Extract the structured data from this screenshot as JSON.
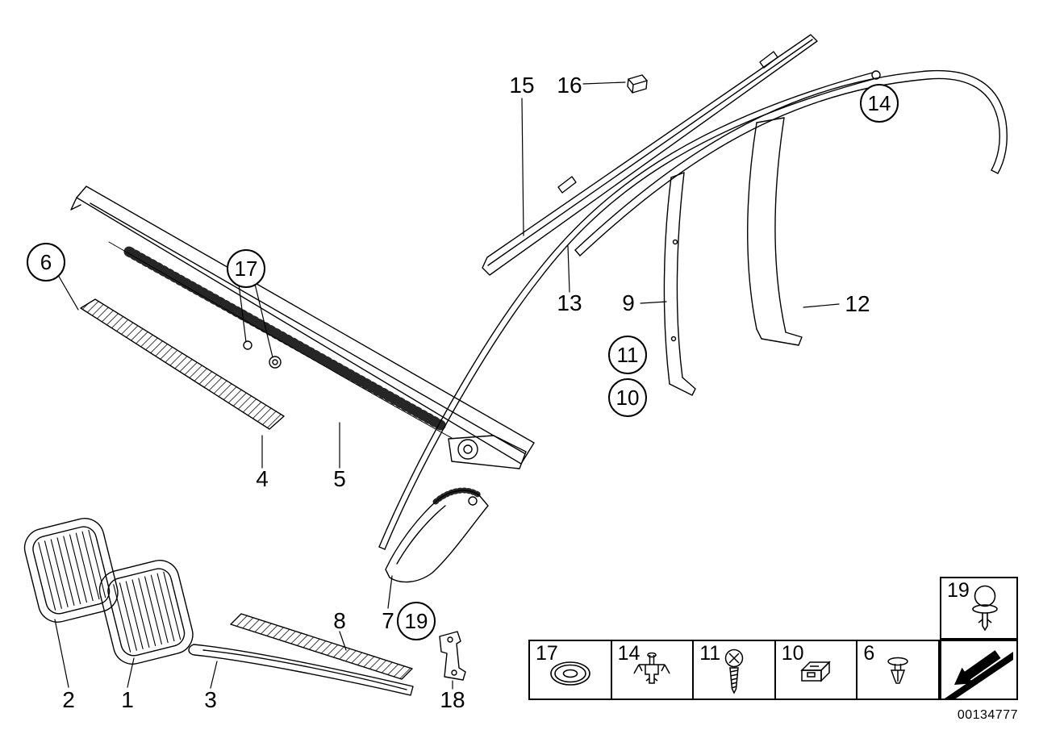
{
  "callouts": [
    {
      "label": "15",
      "circled": false
    },
    {
      "label": "16",
      "circled": false
    },
    {
      "label": "14",
      "circled": true
    },
    {
      "label": "6",
      "circled": true
    },
    {
      "label": "17",
      "circled": true
    },
    {
      "label": "13",
      "circled": false
    },
    {
      "label": "9",
      "circled": false
    },
    {
      "label": "12",
      "circled": false
    },
    {
      "label": "11",
      "circled": true
    },
    {
      "label": "10",
      "circled": true
    },
    {
      "label": "4",
      "circled": false
    },
    {
      "label": "5",
      "circled": false
    },
    {
      "label": "8",
      "circled": false
    },
    {
      "label": "7",
      "circled": false
    },
    {
      "label": "19",
      "circled": true
    },
    {
      "label": "2",
      "circled": false
    },
    {
      "label": "1",
      "circled": false
    },
    {
      "label": "3",
      "circled": false
    },
    {
      "label": "18",
      "circled": false
    }
  ],
  "legend": {
    "cells": [
      {
        "number": "17",
        "icon": "grommet-washer-icon"
      },
      {
        "number": "14",
        "icon": "expansion-clip-icon"
      },
      {
        "number": "11",
        "icon": "screw-icon"
      },
      {
        "number": "10",
        "icon": "sheet-metal-clip-icon"
      },
      {
        "number": "6",
        "icon": "expansion-rivet-icon"
      }
    ],
    "extra_cell": {
      "number": "19",
      "icon": "push-pin-rivet-icon"
    },
    "arrow_cell": {
      "icon": "direction-arrow-icon"
    }
  },
  "footer": {
    "document_number": "00134777"
  }
}
